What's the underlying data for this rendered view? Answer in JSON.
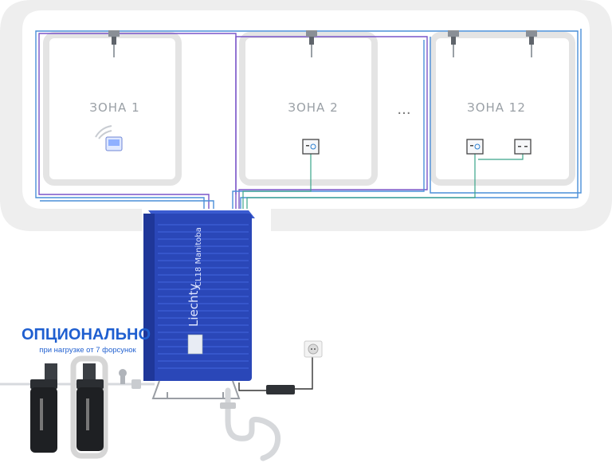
{
  "zones": [
    {
      "label": "ЗОНА 1"
    },
    {
      "label": "ЗОНА 2"
    },
    {
      "label": "ЗОНА 12"
    }
  ],
  "ellipsis": "...",
  "unit": {
    "brand": "Liechty",
    "model": "CL18 Manitoba",
    "color": "#2a47b8"
  },
  "optional": {
    "title": "ОПЦИОНАЛЬНО",
    "subtitle": "при нагрузке от 7 форсунок"
  },
  "colors": {
    "pipe_blue": "#4a8fd8",
    "pipe_purple": "#7a55c8",
    "pipe_teal": "#3aa58a",
    "frame": "#eeeeee"
  }
}
